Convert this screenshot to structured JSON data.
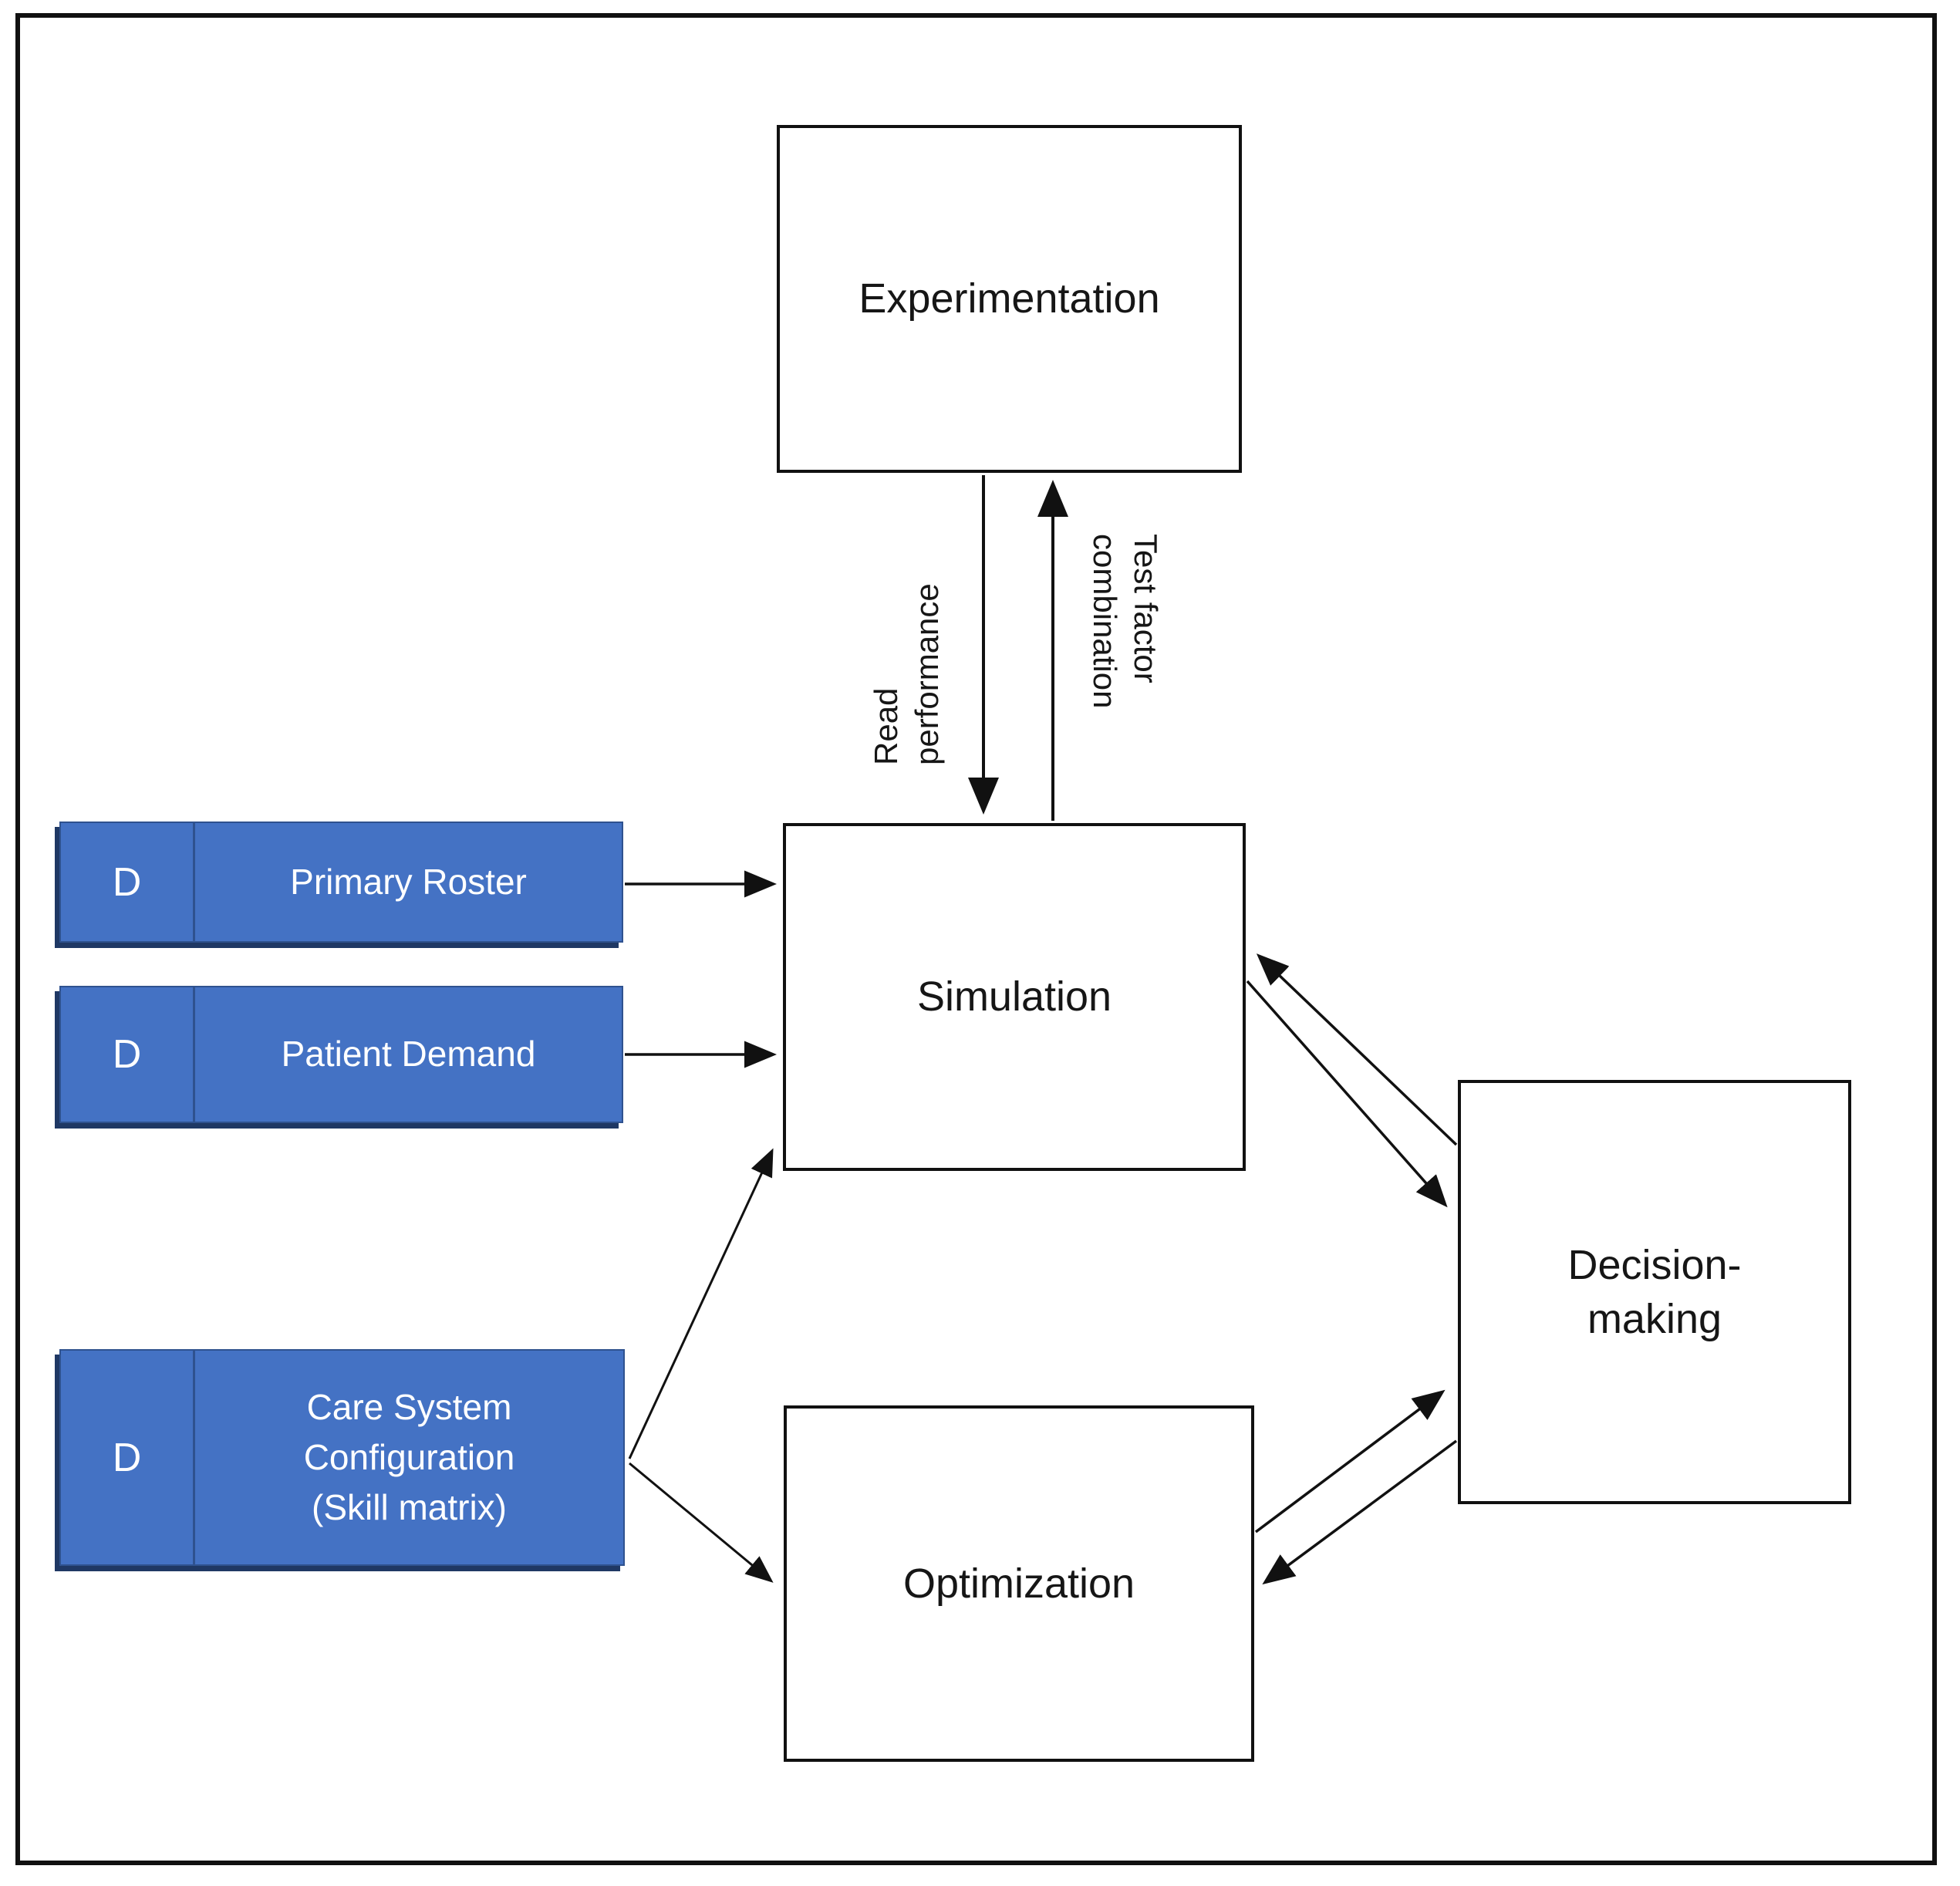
{
  "theme": {
    "blue_fill": "#4472C4",
    "blue_border": "#2F528F",
    "blue_shadow": "#1F3864",
    "ink": "#111111",
    "text_on_blue": "#FFFFFF",
    "canvas": "#FFFFFF"
  },
  "diagram": {
    "nodes": {
      "experimentation": {
        "label": "Experimentation"
      },
      "simulation": {
        "label": "Simulation"
      },
      "optimization": {
        "label": "Optimization"
      },
      "decision_making": {
        "label": "Decision-\nmaking"
      }
    },
    "data_boxes": {
      "badge": "D",
      "primary_roster": {
        "label": "Primary Roster"
      },
      "patient_demand": {
        "label": "Patient Demand"
      },
      "care_system": {
        "label": "Care System\nConfiguration\n(Skill matrix)"
      }
    },
    "edge_labels": {
      "read_performance": "Read\nperformance",
      "test_factor_combination": "Test factor\ncombination"
    },
    "edges": [
      {
        "from": "primary_roster",
        "to": "simulation"
      },
      {
        "from": "patient_demand",
        "to": "simulation"
      },
      {
        "from": "care_system",
        "to": "simulation"
      },
      {
        "from": "care_system",
        "to": "optimization"
      },
      {
        "from": "experimentation",
        "to": "simulation",
        "label": "read_performance"
      },
      {
        "from": "simulation",
        "to": "experimentation",
        "label": "test_factor_combination"
      },
      {
        "from": "simulation",
        "to": "decision_making"
      },
      {
        "from": "decision_making",
        "to": "simulation"
      },
      {
        "from": "optimization",
        "to": "decision_making"
      },
      {
        "from": "decision_making",
        "to": "optimization"
      }
    ]
  }
}
